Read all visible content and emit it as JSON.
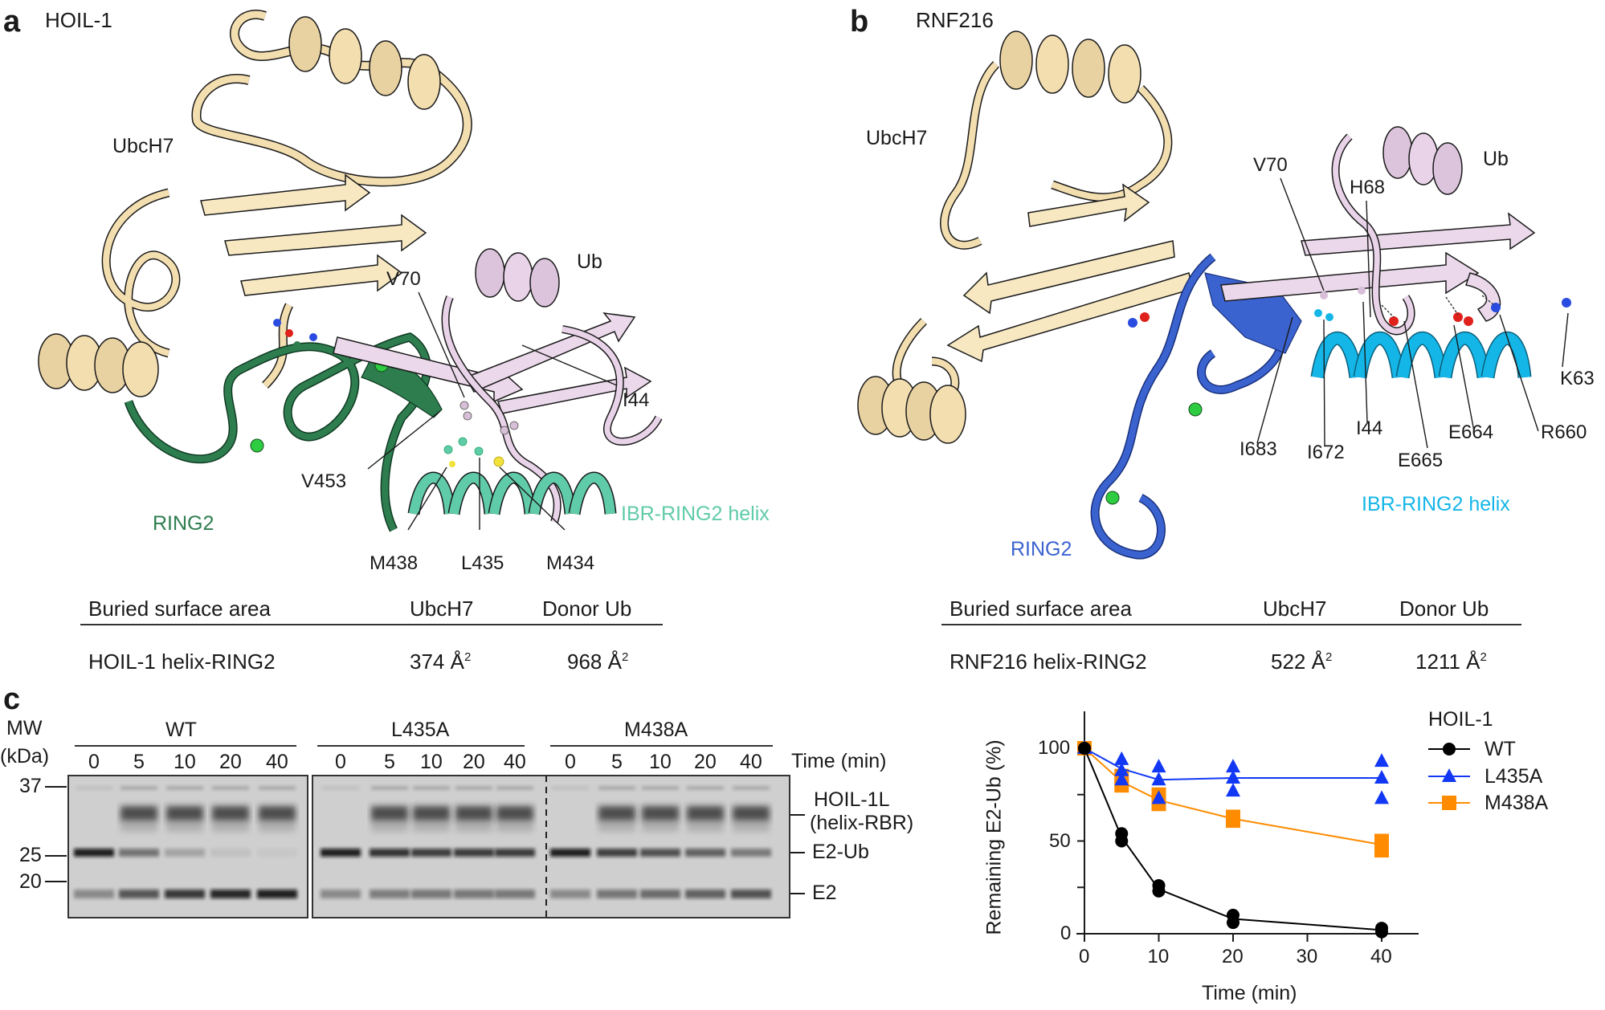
{
  "panel_a": {
    "letter": "a",
    "title": "HOIL-1",
    "labels": {
      "e2": "UbcH7",
      "ub": "Ub",
      "ring2": "RING2",
      "helix": "IBR-RING2 helix"
    },
    "residues": [
      "V70",
      "I44",
      "V453",
      "M438",
      "L435",
      "M434"
    ],
    "colors": {
      "e2": "#F3DEB0",
      "ub": "#E8D3E8",
      "ring2": "#2E7D4F",
      "helix": "#5FCBA9"
    },
    "table": {
      "headers": [
        "Buried surface area",
        "UbcH7",
        "Donor Ub"
      ],
      "row": {
        "name": "HOIL-1 helix-RING2",
        "ubch7": "374 Å",
        "donor_ub": "968 Å",
        "exp": "2"
      }
    }
  },
  "panel_b": {
    "letter": "b",
    "title": "RNF216",
    "labels": {
      "e2": "UbcH7",
      "ub": "Ub",
      "ring2": "RING2",
      "helix": "IBR-RING2 helix"
    },
    "residues": [
      "V70",
      "H68",
      "K63",
      "I683",
      "I672",
      "I44",
      "E665",
      "E664",
      "R660"
    ],
    "colors": {
      "e2": "#F3DEB0",
      "ub": "#E8D3E8",
      "ring2": "#3B63D0",
      "helix": "#14B6E8"
    },
    "table": {
      "headers": [
        "Buried surface area",
        "UbcH7",
        "Donor Ub"
      ],
      "row": {
        "name": "RNF216 helix-RING2",
        "ubch7": "522 Å",
        "donor_ub": "1211 Å",
        "exp": "2"
      }
    }
  },
  "panel_c": {
    "letter": "c",
    "gel": {
      "mw_title": "MW",
      "mw_unit": "(kDa)",
      "mw_markers": [
        "37",
        "25",
        "20"
      ],
      "groups": [
        {
          "name": "WT",
          "times": [
            "0",
            "5",
            "10",
            "20",
            "40"
          ]
        },
        {
          "name": "L435A",
          "times": [
            "0",
            "5",
            "10",
            "20",
            "40"
          ]
        },
        {
          "name": "M438A",
          "times": [
            "0",
            "5",
            "10",
            "20",
            "40"
          ]
        }
      ],
      "time_label": "Time (min)",
      "band_labels": [
        "HOIL-1L",
        "(helix-RBR)",
        "E2-Ub",
        "E2"
      ]
    },
    "legend": {
      "title": "HOIL-1",
      "items": [
        "WT",
        "L435A",
        "M438A"
      ]
    }
  },
  "chart_data": {
    "type": "line",
    "title": "",
    "xlabel": "Time (min)",
    "ylabel": "Remaining E2-Ub (%)",
    "x": [
      0,
      5,
      10,
      20,
      40
    ],
    "xticks": [
      0,
      10,
      20,
      30,
      40
    ],
    "yticks": [
      0,
      50,
      100
    ],
    "xlim": [
      0,
      45
    ],
    "ylim": [
      0,
      120
    ],
    "legend_title": "HOIL-1",
    "legend_position": "right",
    "grid": false,
    "series": [
      {
        "name": "WT",
        "color": "#000000",
        "marker": "circle",
        "values": [
          100,
          52,
          24,
          8,
          2
        ],
        "replicates": [
          [
            100,
            100
          ],
          [
            54,
            50
          ],
          [
            26,
            23
          ],
          [
            10,
            6
          ],
          [
            3,
            1
          ]
        ]
      },
      {
        "name": "L435A",
        "color": "#1238F5",
        "marker": "triangle",
        "values": [
          100,
          89,
          83,
          84,
          84
        ],
        "replicates": [
          [
            100,
            100,
            100
          ],
          [
            94,
            88,
            83
          ],
          [
            90,
            83,
            73
          ],
          [
            90,
            84,
            77
          ],
          [
            93,
            84,
            73
          ]
        ]
      },
      {
        "name": "M438A",
        "color": "#FF8C00",
        "marker": "square",
        "values": [
          100,
          82,
          72,
          62,
          48
        ],
        "replicates": [
          [
            100,
            100
          ],
          [
            85,
            80
          ],
          [
            75,
            70
          ],
          [
            63,
            61
          ],
          [
            50,
            45
          ]
        ]
      }
    ]
  }
}
